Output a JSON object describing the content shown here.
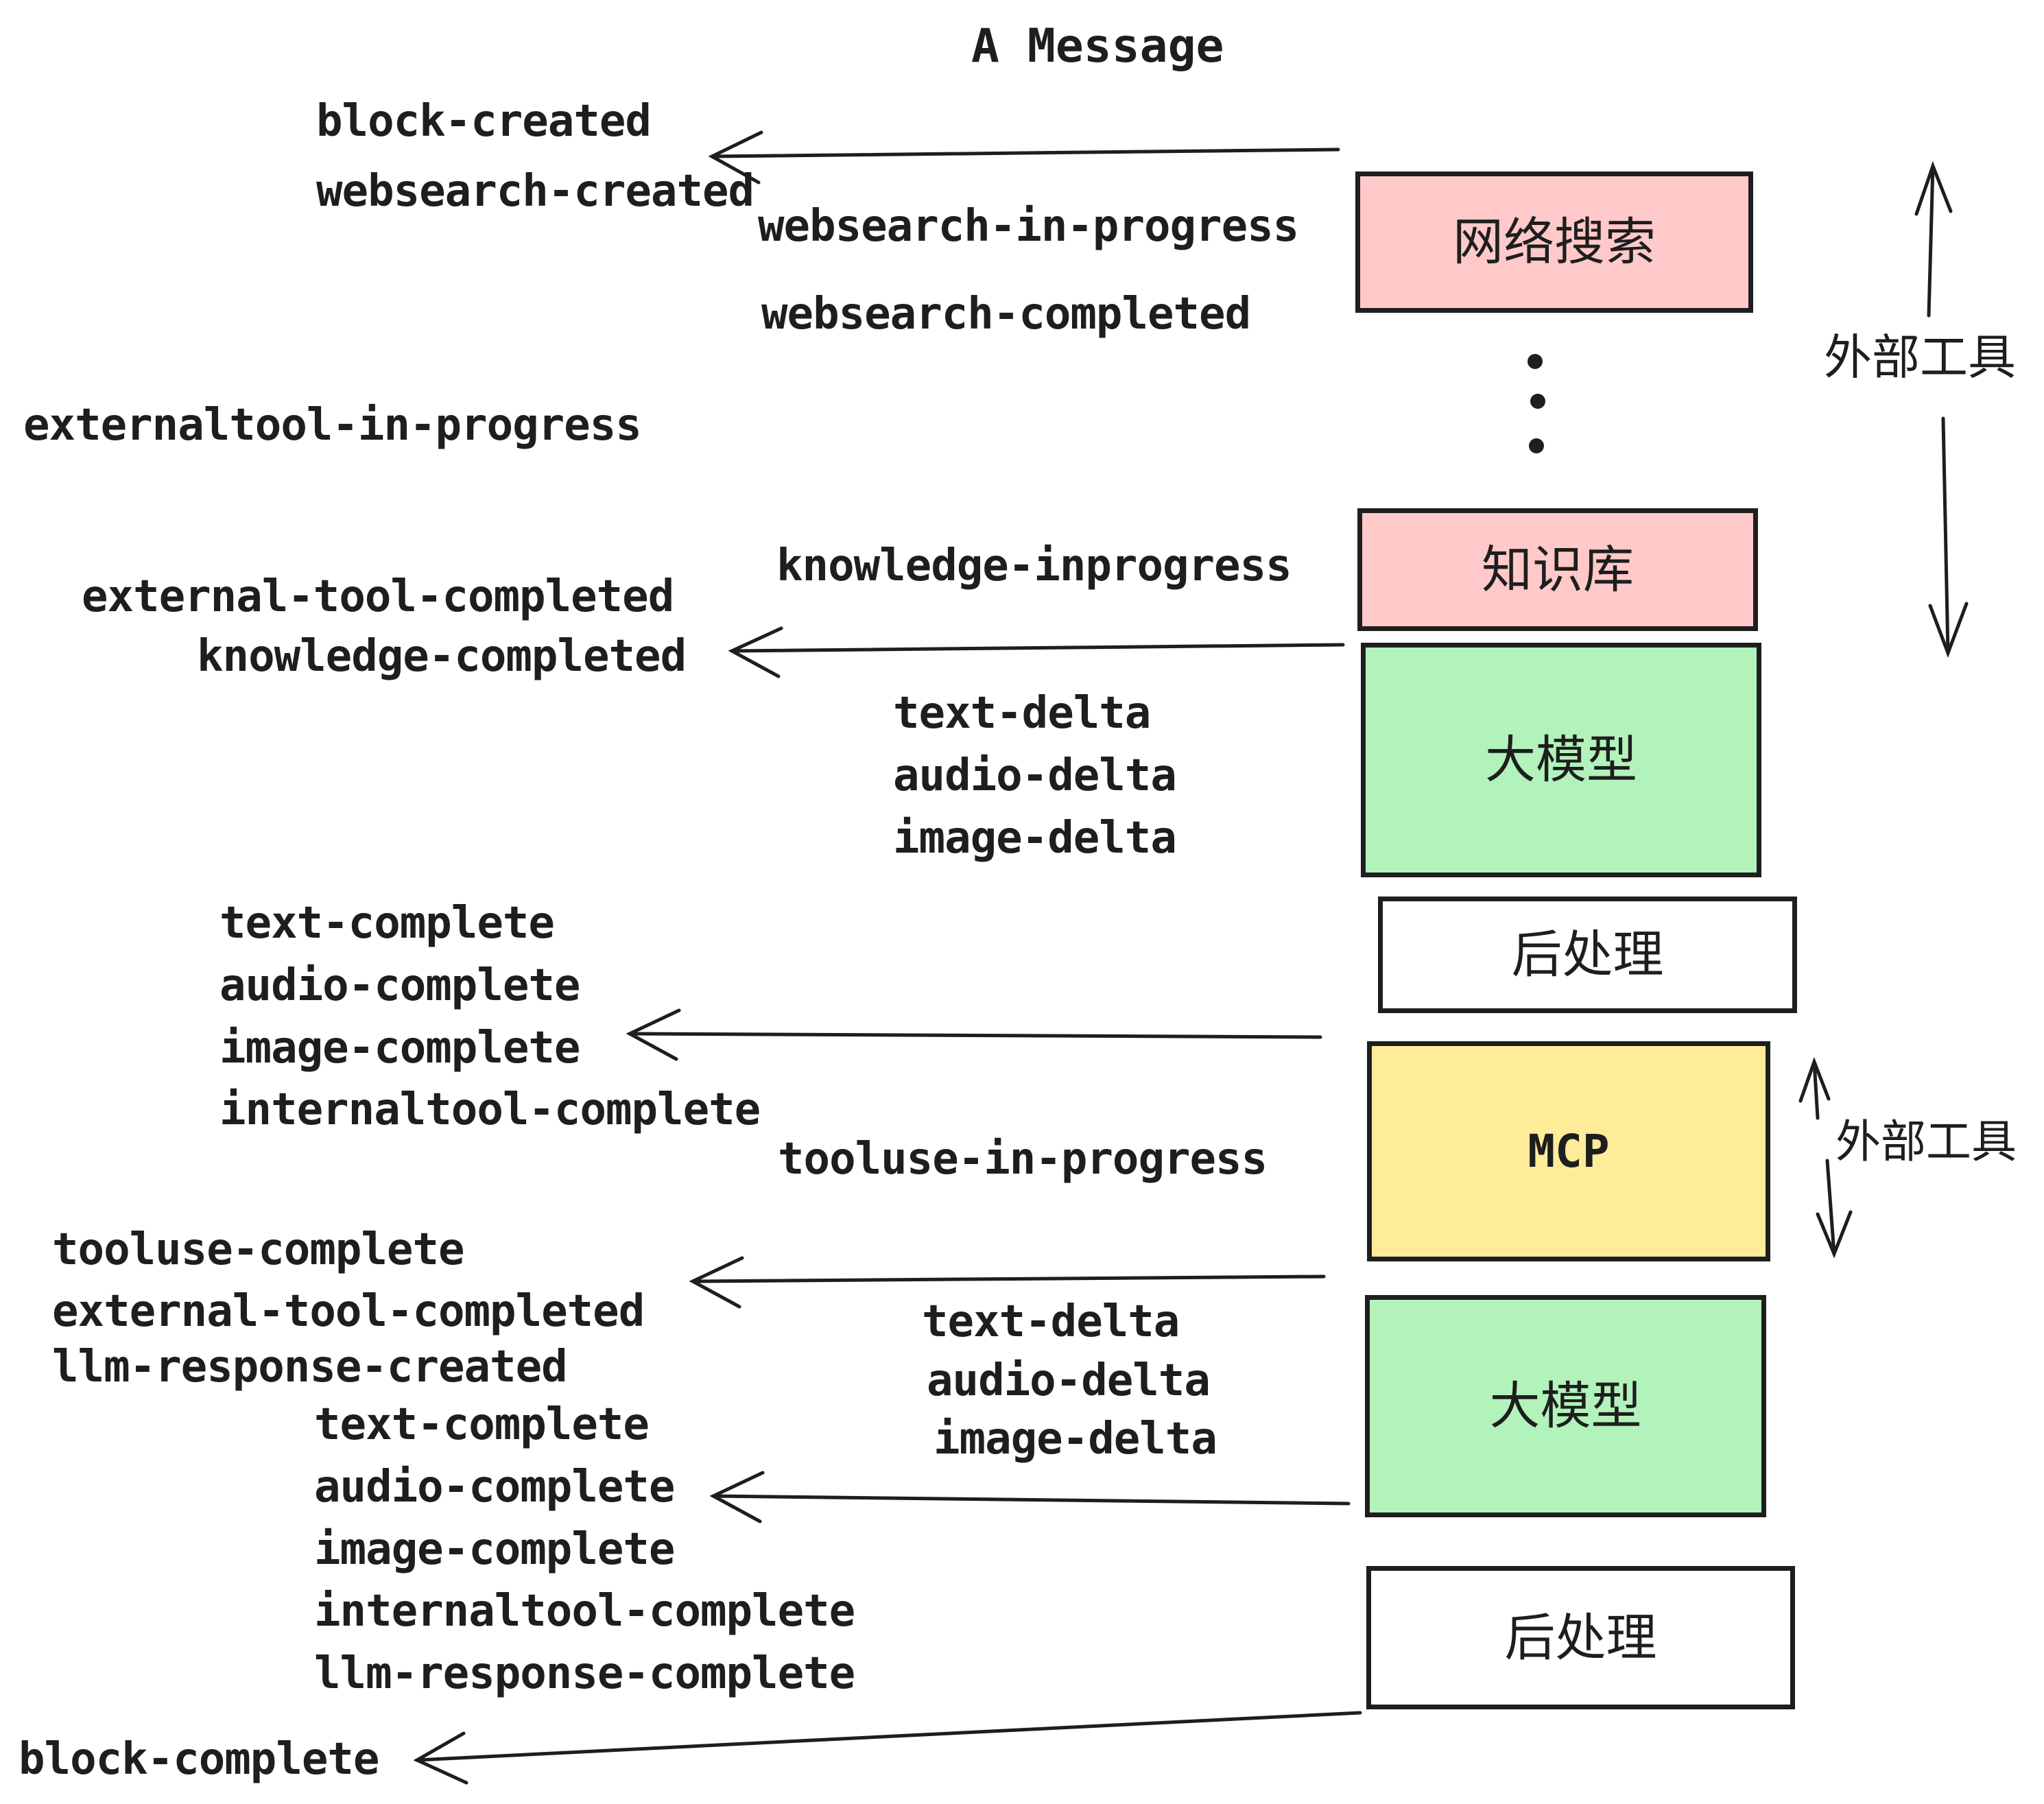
{
  "title": "A Message",
  "boxes": {
    "websearch": {
      "label": "网络搜索",
      "color": "#ffc9c9"
    },
    "knowledge": {
      "label": "知识库",
      "color": "#ffc9c9"
    },
    "llm1": {
      "label": "大模型",
      "color": "#b2f2bb"
    },
    "post1": {
      "label": "后处理",
      "color": "#ffffff"
    },
    "mcp": {
      "label": "MCP",
      "color": "#ffec99"
    },
    "llm2": {
      "label": "大模型",
      "color": "#b2f2bb"
    },
    "post2": {
      "label": "后处理",
      "color": "#ffffff"
    }
  },
  "side_labels": {
    "external_tool_top": "外部工具",
    "external_tool_mcp": "外部工具"
  },
  "events": {
    "block_created": "block-created",
    "websearch_created": "websearch-created",
    "websearch_in_progress": "websearch-in-progress",
    "websearch_completed": "websearch-completed",
    "externaltool_in_progress": "externaltool-in-progress",
    "knowledge_inprogress": "knowledge-inprogress",
    "external_tool_completed_1": "external-tool-completed",
    "knowledge_completed": "knowledge-completed",
    "text_delta_1": "text-delta",
    "audio_delta_1": "audio-delta",
    "image_delta_1": "image-delta",
    "text_complete_1": "text-complete",
    "audio_complete_1": "audio-complete",
    "image_complete_1": "image-complete",
    "internaltool_complete_1": "internaltool-complete",
    "tooluse_in_progress": "tooluse-in-progress",
    "tooluse_complete": "tooluse-complete",
    "external_tool_completed_2": "external-tool-completed",
    "llm_response_created": "llm-response-created",
    "text_delta_2": "text-delta",
    "audio_delta_2": "audio-delta",
    "image_delta_2": "image-delta",
    "text_complete_2": "text-complete",
    "audio_complete_2": "audio-complete",
    "image_complete_2": "image-complete",
    "internaltool_complete_2": "internaltool-complete",
    "llm_response_complete": "llm-response-complete",
    "block_complete": "block-complete"
  },
  "colors": {
    "stroke": "#1e1e1e",
    "pink": "#ffc9c9",
    "green": "#b2f2bb",
    "yellow": "#ffec99",
    "white": "#ffffff"
  }
}
